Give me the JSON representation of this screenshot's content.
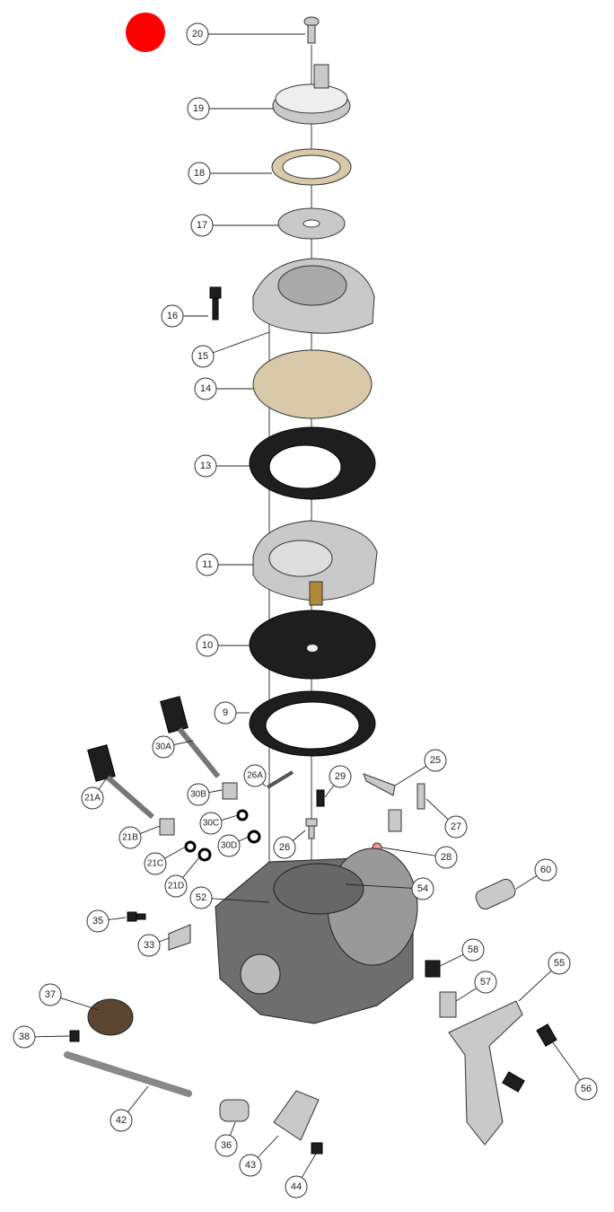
{
  "diagram": {
    "type": "exploded-parts-view",
    "marker_color": "#ff0000",
    "callouts": [
      "20",
      "19",
      "18",
      "17",
      "16",
      "15",
      "14",
      "13",
      "11",
      "10",
      "9",
      "30A",
      "25",
      "26A",
      "29",
      "21A",
      "30B",
      "27",
      "21B",
      "30C",
      "26",
      "30D",
      "28",
      "21C",
      "21D",
      "54",
      "60",
      "52",
      "35",
      "33",
      "58",
      "55",
      "37",
      "57",
      "38",
      "56",
      "42",
      "36",
      "43",
      "44"
    ]
  }
}
